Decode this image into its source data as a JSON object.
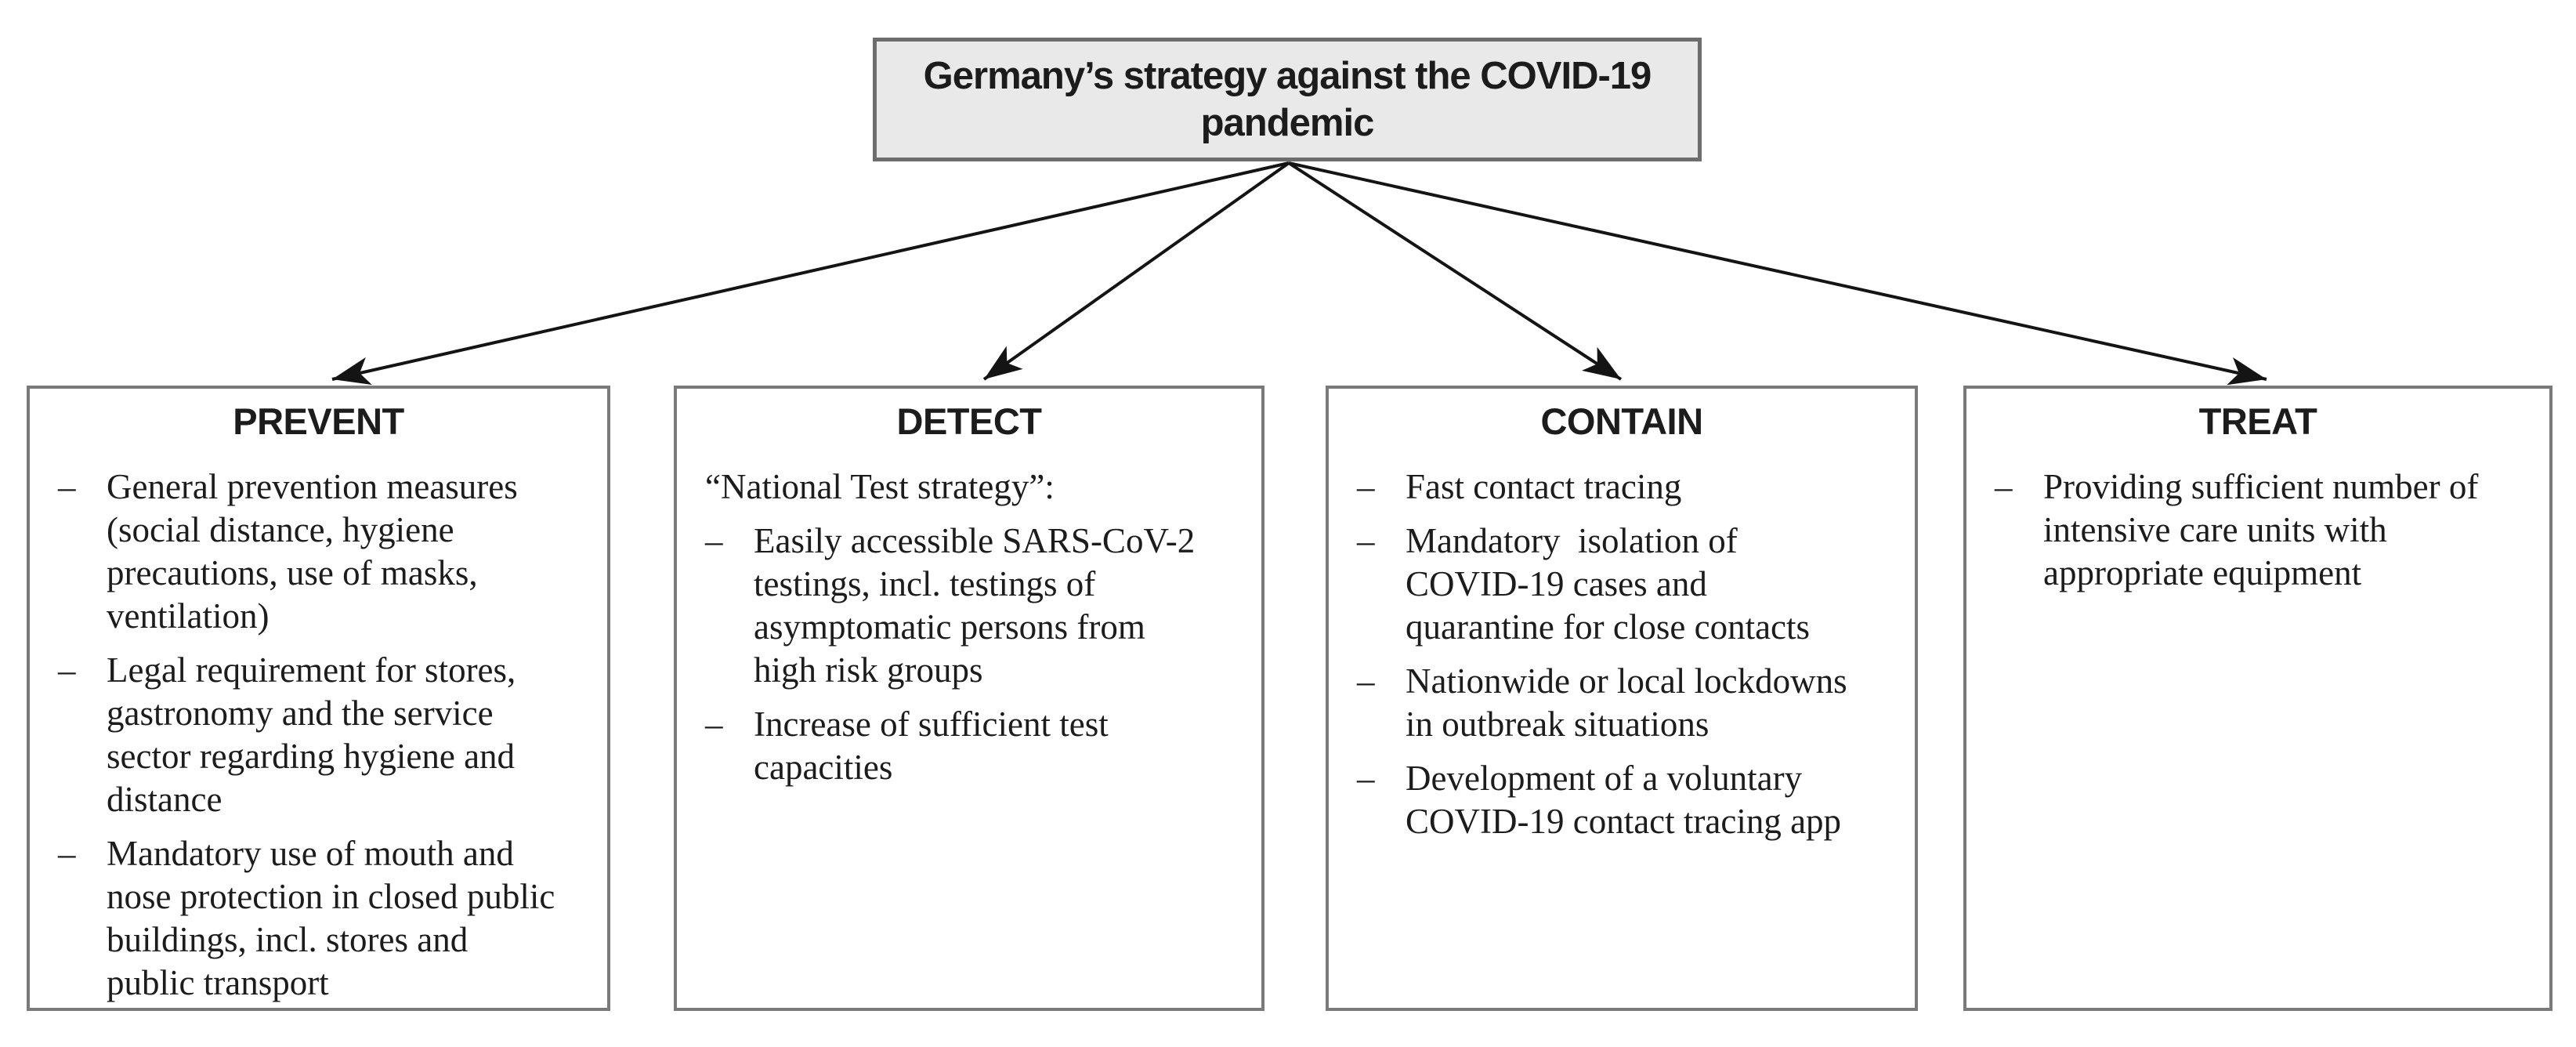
{
  "diagram": {
    "root": {
      "line1": "Germany’s strategy against the COVID-19",
      "line2": "pandemic"
    },
    "bullet": "–",
    "boxes": [
      {
        "title": "PREVENT",
        "items": [
          "General prevention measures\n(social distance, hygiene\nprecautions, use of masks,\nventilation)",
          "Legal requirement for stores,\ngastronomy and the service\nsector regarding hygiene and\ndistance",
          "Mandatory use of mouth and\nnose protection in closed public\nbuildings, incl. stores and\npublic transport"
        ]
      },
      {
        "title": "DETECT",
        "intro": "“National Test strategy”:",
        "items": [
          "Easily accessible SARS-CoV-2\ntestings, incl. testings of\nasymptomatic persons from\nhigh risk groups",
          "Increase of sufficient test\ncapacities"
        ]
      },
      {
        "title": "CONTAIN",
        "items": [
          "Fast contact tracing",
          "Mandatory  isolation of\nCOVID-19 cases and\nquarantine for close contacts",
          "Nationwide or local lockdowns\nin outbreak situations",
          "Development of a voluntary\nCOVID-19 contact tracing app"
        ]
      },
      {
        "title": "TREAT",
        "items": [
          "Providing sufficient number of\nintensive care units with\nappropriate equipment"
        ]
      }
    ]
  },
  "colors": {
    "page_bg": "#ffffff",
    "title_fill": "#e9e9e9",
    "title_border": "#6d6d6d",
    "box_border": "#7a7a7a",
    "ink": "#1c1c1c",
    "arrow": "#141414"
  }
}
